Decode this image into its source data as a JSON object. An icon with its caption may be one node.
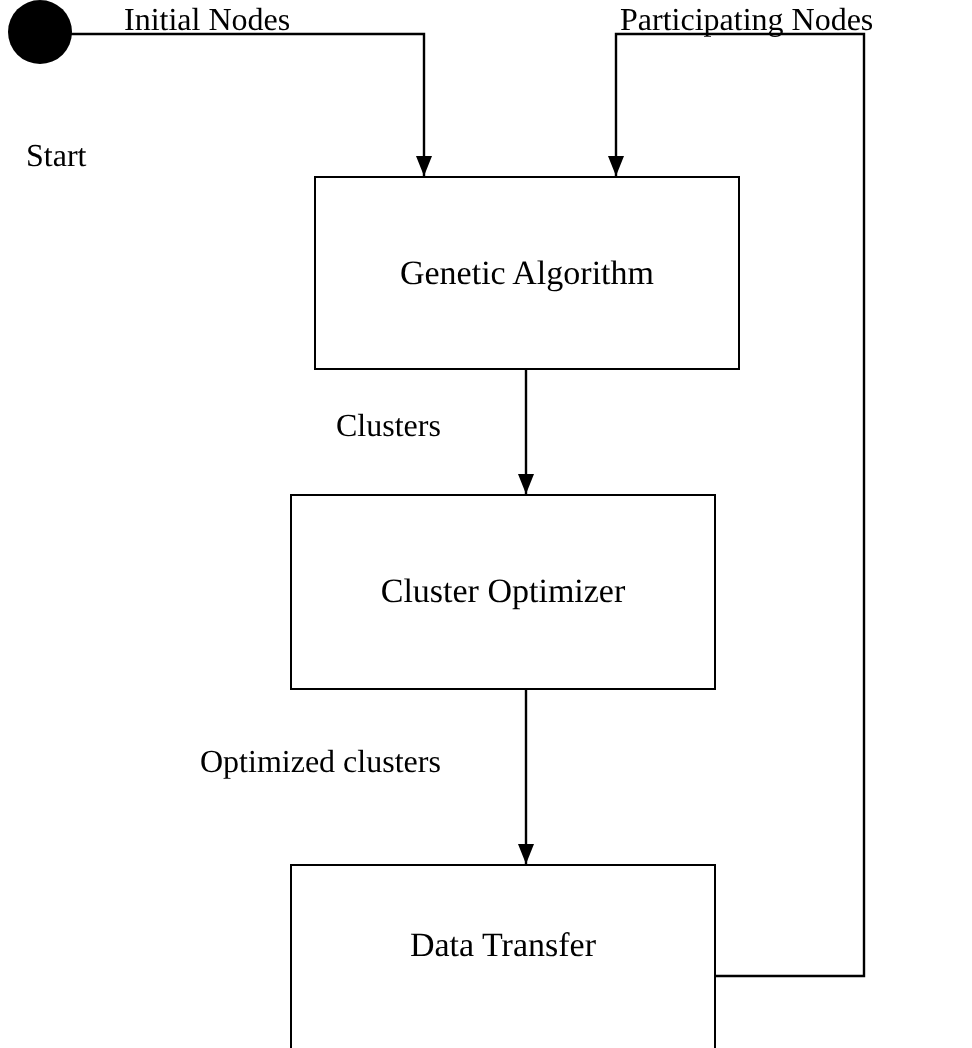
{
  "diagram": {
    "nodes": [
      {
        "text": [],
        "shape": "circle",
        "beside": [
          "Start"
        ]
      },
      {
        "text": [
          "Genetic Algorithm"
        ]
      },
      {
        "text": [
          "Cluster Optimizer"
        ]
      },
      {
        "text": [
          "Data Transfer"
        ]
      }
    ],
    "edges": [
      {
        "from": 0,
        "to": 1,
        "arrow": "to",
        "label": "Initial Nodes"
      },
      {
        "from": 1,
        "to": 2,
        "arrow": "to",
        "label": "Clusters"
      },
      {
        "from": 2,
        "to": 3,
        "arrow": "to",
        "label": "Optimized clusters"
      },
      {
        "from": 3,
        "to": 1,
        "arrow": "to",
        "label": "Participating Nodes"
      }
    ]
  }
}
